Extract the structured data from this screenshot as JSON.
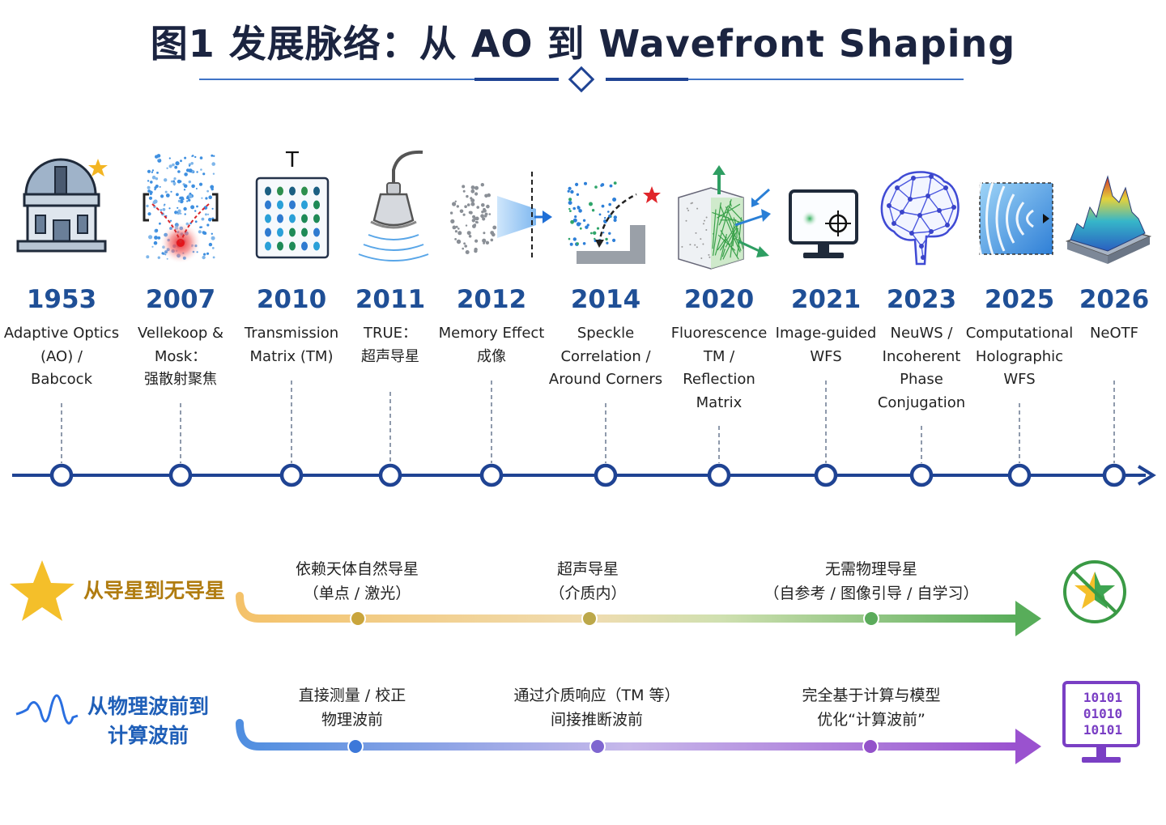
{
  "title": "图1 发展脉络：从 AO 到 Wavefront Shaping",
  "milestones": [
    {
      "year": "1953",
      "label": "Adaptive Optics\n(AO) /\nBabcock",
      "icon": "observatory-icon"
    },
    {
      "year": "2007",
      "label": "Vellekoop &\nMosk：\n强散射聚焦",
      "icon": "scattering-focus-icon"
    },
    {
      "year": "2010",
      "label": "Transmission\nMatrix (TM)",
      "icon": "transmission-matrix-icon"
    },
    {
      "year": "2011",
      "label": "TRUE：\n超声导星",
      "icon": "ultrasound-probe-icon"
    },
    {
      "year": "2012",
      "label": "Memory Effect\n成像",
      "icon": "memory-effect-icon"
    },
    {
      "year": "2014",
      "label": "Speckle\nCorrelation /\nAround Corners",
      "icon": "around-corner-icon"
    },
    {
      "year": "2020",
      "label": "Fluorescence\nTM /\nReflection\nMatrix",
      "icon": "reflection-matrix-cube-icon"
    },
    {
      "year": "2021",
      "label": "Image-guided\nWFS",
      "icon": "monitor-target-icon"
    },
    {
      "year": "2023",
      "label": "NeuWS /\nIncoherent\nPhase\nConjugation",
      "icon": "neural-brain-icon"
    },
    {
      "year": "2025",
      "label": "Computational\nHolographic\nWFS",
      "icon": "hologram-icon"
    },
    {
      "year": "2026",
      "label": "NeOTF",
      "icon": "surface-plot-icon"
    }
  ],
  "matrix_icon_letter": "T",
  "trends": [
    {
      "title": "从导星到无导星",
      "icon": "star-icon",
      "end_icon": "no-guide-star-icon",
      "stages": [
        "依赖天体自然导星\n（单点 / 激光）",
        "超声导星\n（介质内）",
        "无需物理导星\n（自参考 / 图像引导 / 自学习）"
      ]
    },
    {
      "title": "从物理波前到\n计算波前",
      "icon": "wave-icon",
      "end_icon": "computer-binary-icon",
      "end_text": "10101\n01010\n10101",
      "stages": [
        "直接测量 / 校正\n物理波前",
        "通过介质响应（TM 等）\n间接推断波前",
        "完全基于计算与模型\n优化“计算波前”"
      ]
    }
  ],
  "colors": {
    "title": "#1b2440",
    "year": "#1f4f96",
    "timeline": "#1f4393",
    "trend1_start": "#f5c36a",
    "trend1_end": "#5bb05c",
    "trend1_title": "#b07c10",
    "trend2_start": "#4f8ee0",
    "trend2_end": "#9a54cf",
    "trend2_title": "#1f5fb8"
  }
}
